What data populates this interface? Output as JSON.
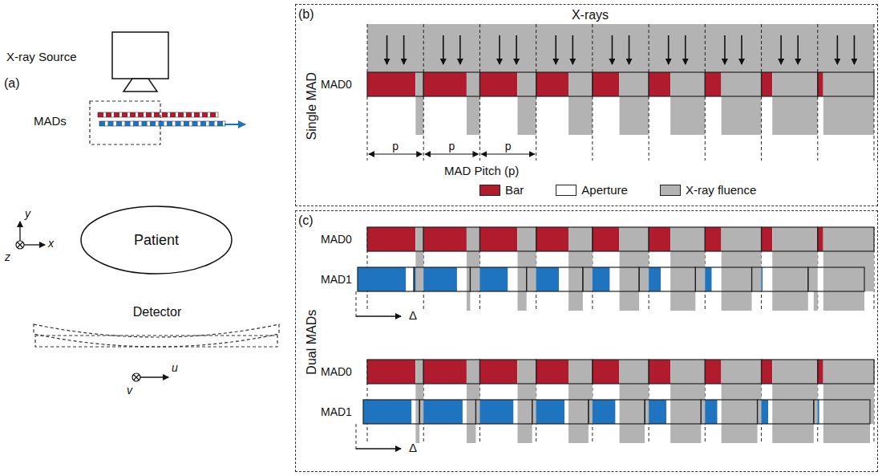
{
  "diagram": {
    "nodes": [
      {
        "text": [
          "(b)",
          "Single MAD"
        ]
      },
      {
        "text": [
          "(c)",
          "Dual MADs"
        ]
      },
      {
        "text": [
          "Patient"
        ]
      },
      {
        "text": [
          "Detector"
        ]
      }
    ],
    "labels": [
      "(a)",
      "X-ray Source",
      "MADs",
      "y",
      "x",
      "z",
      "u",
      "v",
      "X-rays",
      "MAD0",
      "p",
      "p",
      "p",
      "MAD Pitch (p)",
      "MAD0",
      "MAD1",
      "Δ",
      "MAD0",
      "MAD1",
      "Δ"
    ],
    "legend": [
      {
        "text": "Bar",
        "color": "#b01c2e"
      },
      {
        "text": "Aperture",
        "color": "#ffffff"
      },
      {
        "text": "X-ray fluence",
        "color": "#b3b3b3"
      }
    ]
  }
}
